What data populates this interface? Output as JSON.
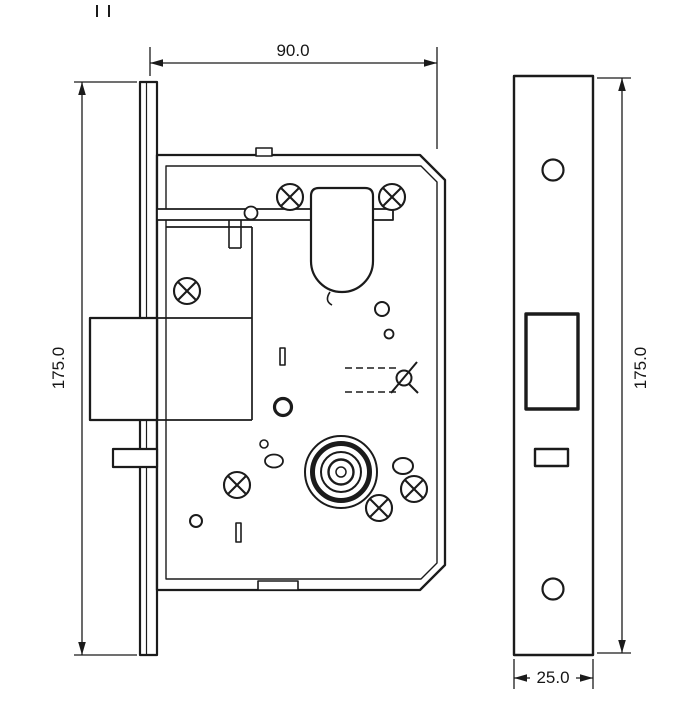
{
  "diagram": {
    "subject": "mortise-lock-technical-drawing",
    "dimensions": {
      "top_width": "90.0",
      "left_height": "175.0",
      "right_height": "175.0",
      "bottom_width": "25.0"
    },
    "colors": {
      "line": "#1b1b1b",
      "background": "#ffffff",
      "cutout_fill": "#ededed"
    }
  }
}
